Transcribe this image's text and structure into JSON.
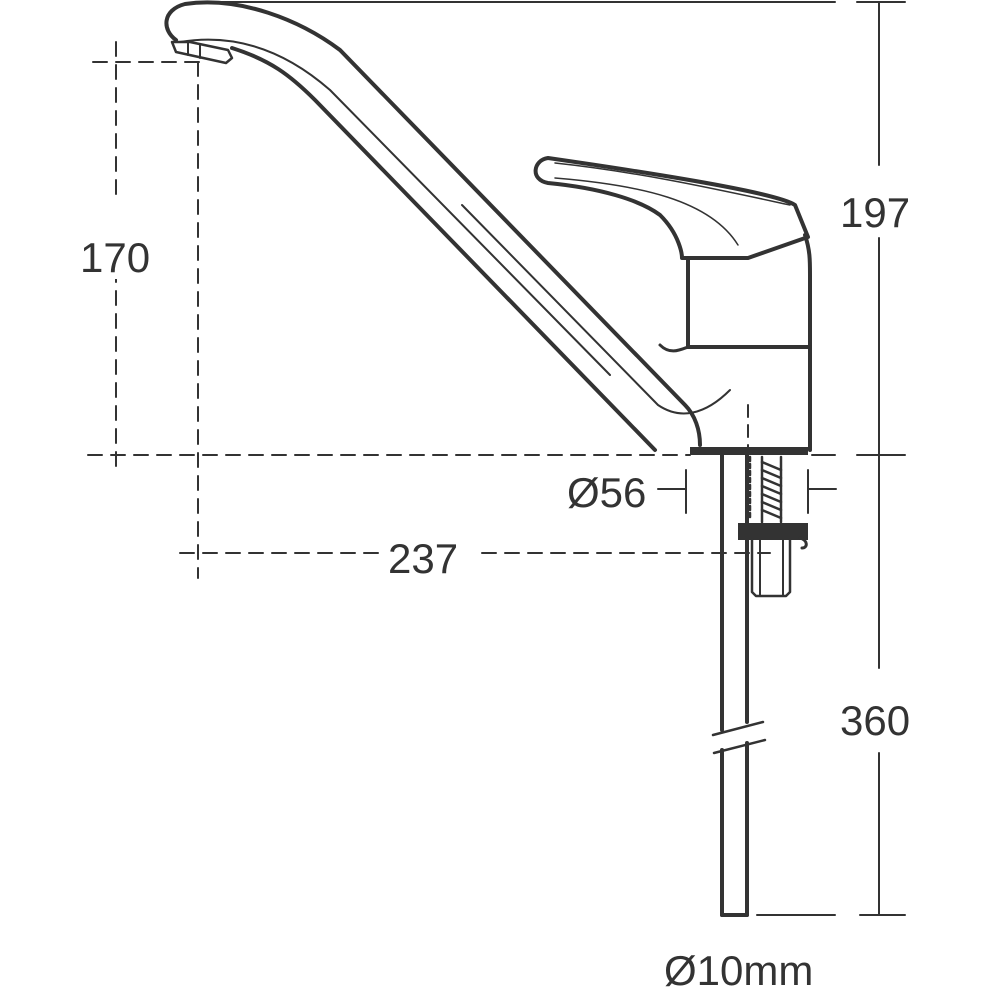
{
  "drawing": {
    "title": "Kitchen mixer tap dimensional drawing",
    "line_color": "#333333",
    "background": "#ffffff"
  },
  "dimensions": {
    "overall_height": {
      "value": "197",
      "unit": "mm"
    },
    "spout_outlet_height": {
      "value": "170",
      "unit": "mm"
    },
    "spout_reach": {
      "value": "237",
      "unit": "mm"
    },
    "base_diameter": {
      "value": "Ø56",
      "unit": "mm"
    },
    "hose_length": {
      "value": "360",
      "unit": "mm"
    },
    "hose_diameter": {
      "value": "Ø10mm",
      "unit": "mm"
    }
  },
  "components": [
    {
      "name": "spout",
      "label": ""
    },
    {
      "name": "aerator",
      "label": ""
    },
    {
      "name": "lever-handle",
      "label": ""
    },
    {
      "name": "tap-body",
      "label": ""
    },
    {
      "name": "base-plate",
      "label": ""
    },
    {
      "name": "threaded-stud",
      "label": ""
    },
    {
      "name": "fixing-nut",
      "label": ""
    },
    {
      "name": "flexible-hose",
      "label": ""
    }
  ]
}
